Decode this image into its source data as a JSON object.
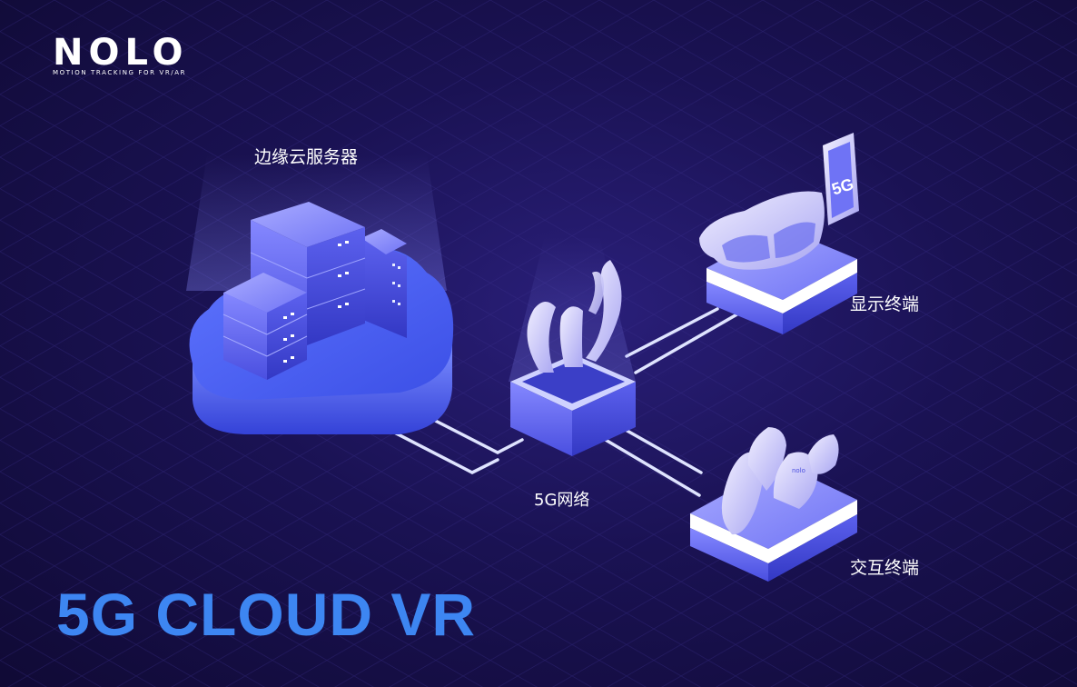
{
  "logo": {
    "wordmark": "NOLO",
    "tagline": "MOTION TRACKING FOR VR/AR"
  },
  "nodes": {
    "server": "边缘云服务器",
    "network": "5G网络",
    "display": "显示终端",
    "interaction": "交互终端"
  },
  "phone_badge": "5G",
  "controller_brand": "nolo",
  "headline": "5G CLOUD VR",
  "colors": {
    "background": "#130d3d",
    "accent": "#3d86f2",
    "device": "#5a5ef0",
    "device_light": "#c7c9ff",
    "link": "#dfe4ff"
  },
  "icons": [
    "server-rack-icon",
    "cloud-icon",
    "antenna-icon",
    "vr-glasses-icon",
    "phone-icon",
    "controller-icon"
  ]
}
